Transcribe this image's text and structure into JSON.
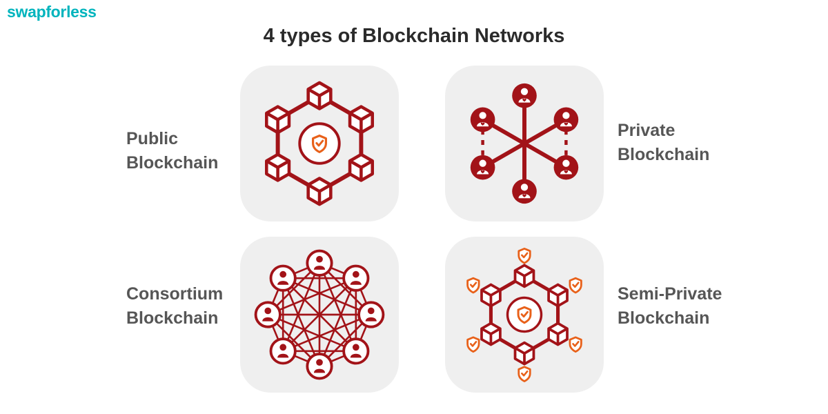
{
  "logo": {
    "text": "swapforless"
  },
  "title": "4 types of Blockchain Networks",
  "colors": {
    "brand_teal": "#00b4bd",
    "network_red": "#a21318",
    "accent_orange": "#e8611a",
    "label_gray": "#565656",
    "tile_background": "#efefef",
    "title_color": "#2b2b2b"
  },
  "types": [
    {
      "id": "public",
      "label": "Public Blockchain",
      "label_side": "left",
      "icon": "public-blockchain-cube-network-icon"
    },
    {
      "id": "private",
      "label": "Private Blockchain",
      "label_side": "right",
      "icon": "private-blockchain-user-network-icon"
    },
    {
      "id": "consortium",
      "label": "Consortium Blockchain",
      "label_side": "left",
      "icon": "consortium-blockchain-user-mesh-icon"
    },
    {
      "id": "semi_private",
      "label": "Semi-Private Blockchain",
      "label_side": "right",
      "icon": "semi-private-blockchain-shield-network-icon"
    }
  ]
}
